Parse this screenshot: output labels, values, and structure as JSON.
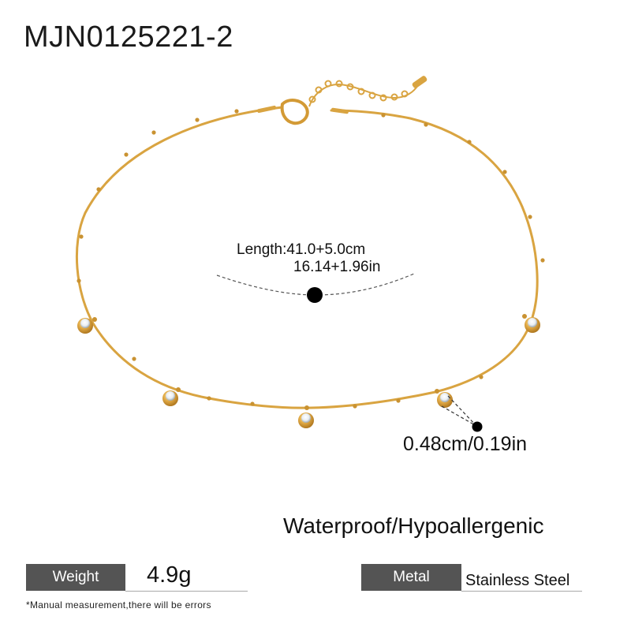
{
  "product": {
    "sku": "MJN0125221-2"
  },
  "measurements": {
    "length_cm": "Length:41.0+5.0cm",
    "length_in": "16.14+1.96in",
    "pendant_size": "0.48cm/0.19in"
  },
  "features": "Waterproof/Hypoallergenic",
  "specs": {
    "weight": {
      "label": "Weight",
      "value": "4.9g"
    },
    "metal": {
      "label": "Metal",
      "value": "Stainless Steel"
    }
  },
  "note": "*Manual measurement,there will be errors",
  "colors": {
    "gold": "#d9a441",
    "gold_dark": "#b7801f",
    "label_bg": "#545454",
    "underline": "#a9a9a9",
    "text": "#111111"
  },
  "image": {
    "subject": "gold stainless steel snake chain choker with bezel-set crystal drops",
    "charm_count": 5,
    "clasp": "lobster-clasp-with-extender-chain"
  }
}
